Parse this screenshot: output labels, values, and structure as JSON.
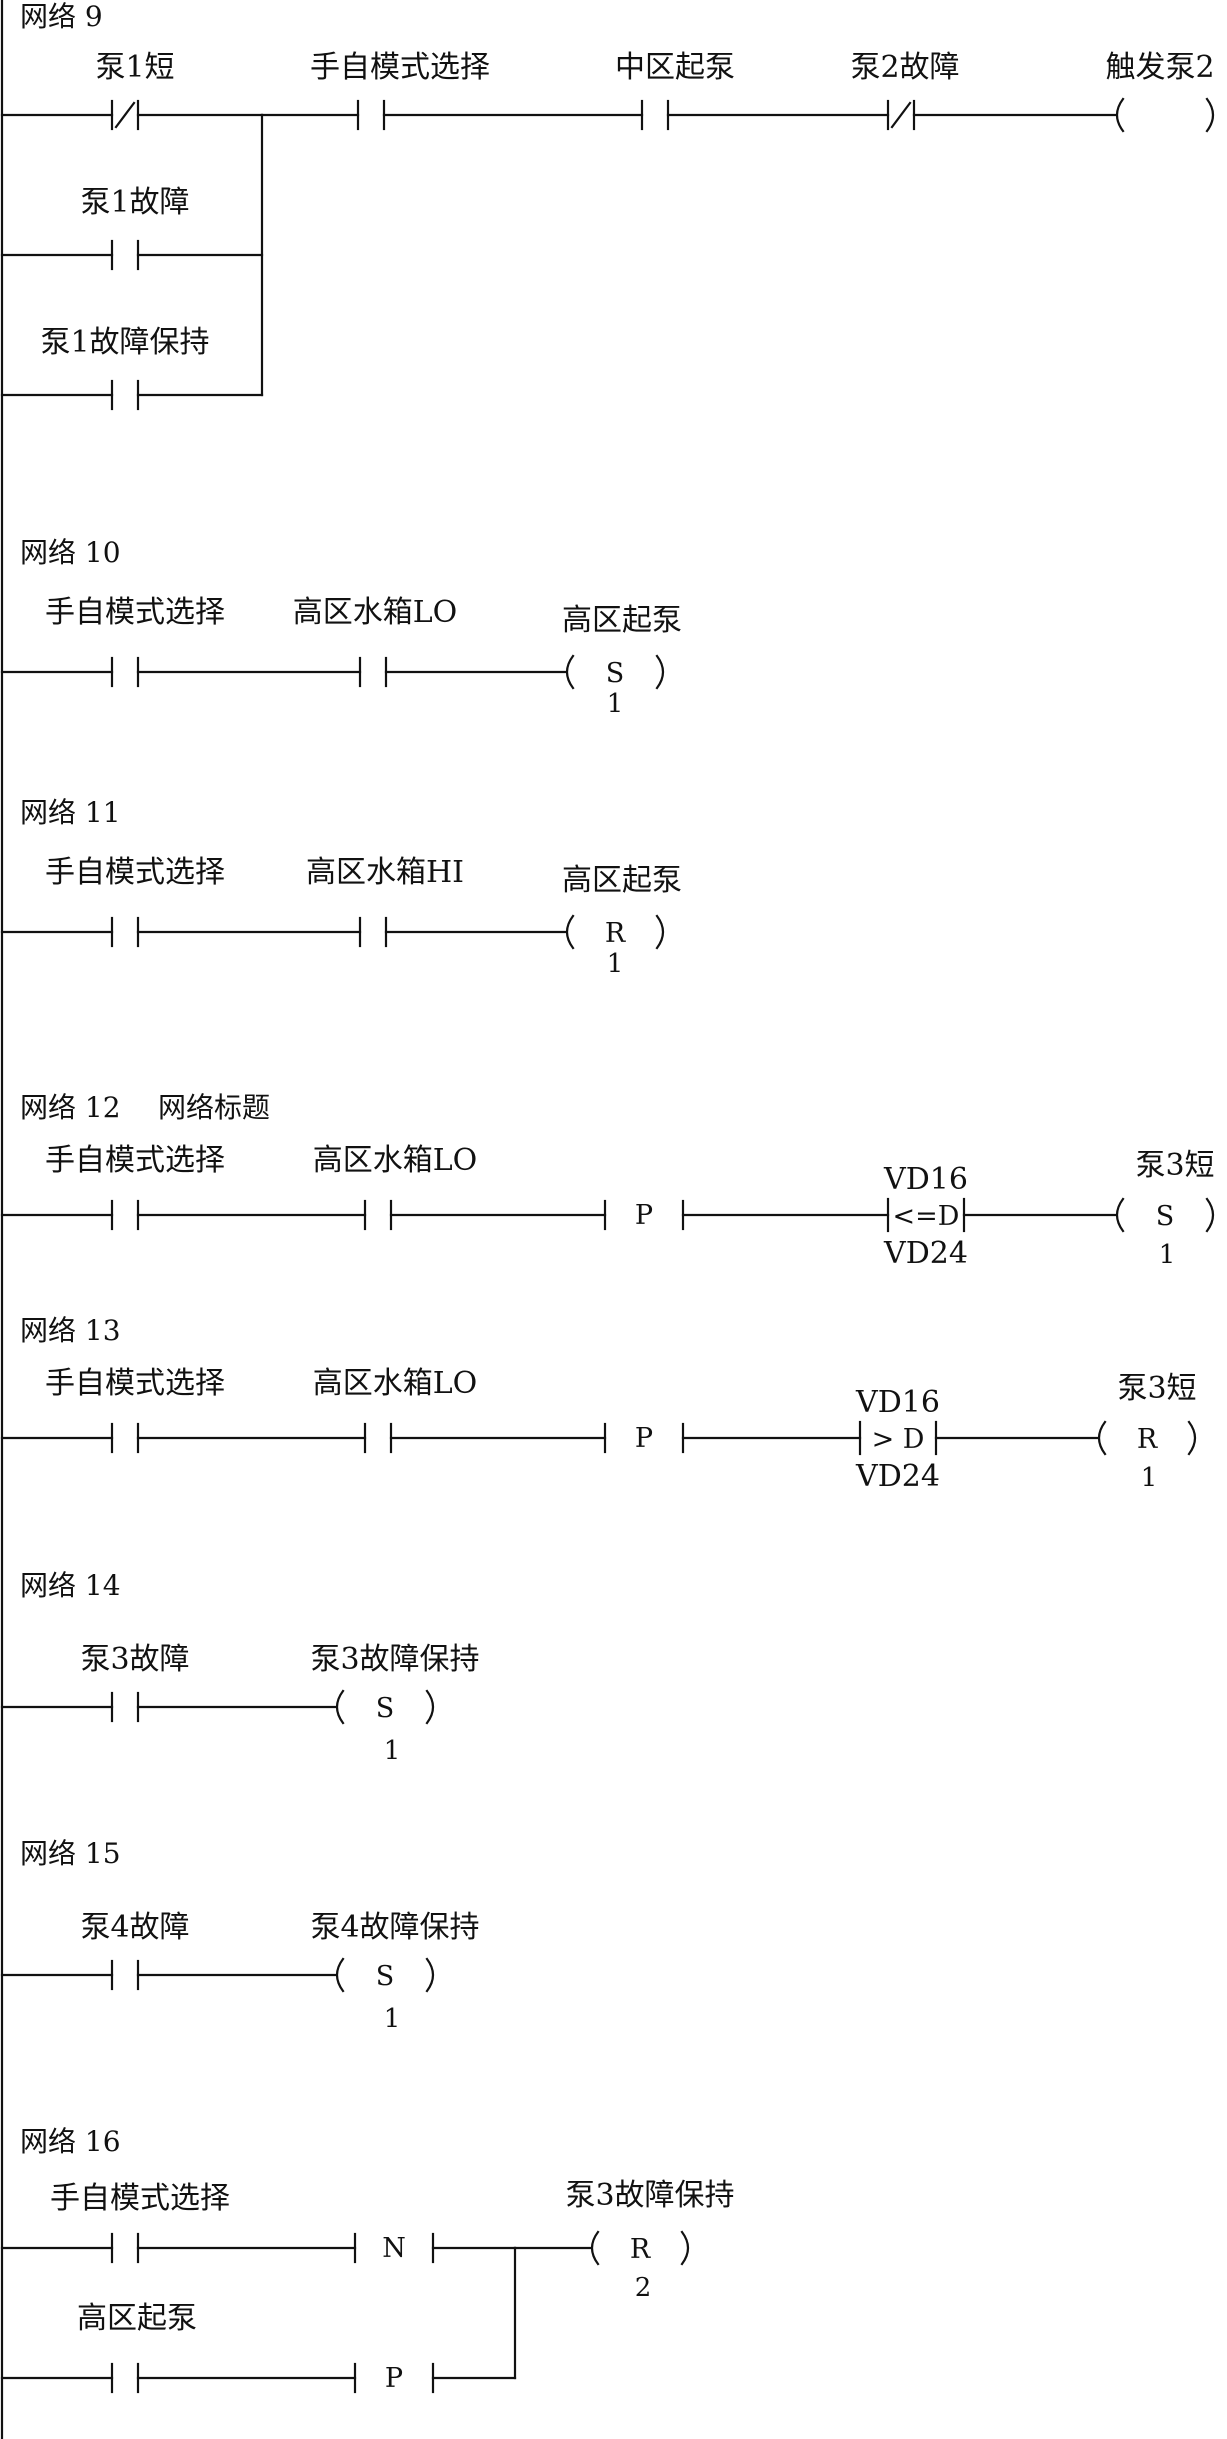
{
  "networks": [
    {
      "title": "网络 9",
      "subtitle": "",
      "branches": [
        [
          "泵1短",
          "NC"
        ],
        [
          "泵1故障",
          "NO"
        ],
        [
          "泵1故障保持",
          "NO"
        ]
      ],
      "series": [
        [
          "手自模式选择",
          "NO"
        ],
        [
          "中区起泵",
          "NO"
        ],
        [
          "泵2故障",
          "NC"
        ]
      ],
      "coil": {
        "name": "触发泵2",
        "mode": "",
        "count": ""
      }
    },
    {
      "title": "网络 10",
      "subtitle": "",
      "series": [
        [
          "手自模式选择",
          "NO"
        ],
        [
          "高区水箱LO",
          "NO"
        ]
      ],
      "coil": {
        "name": "高区起泵",
        "mode": "S",
        "count": "1"
      }
    },
    {
      "title": "网络 11",
      "subtitle": "",
      "series": [
        [
          "手自模式选择",
          "NO"
        ],
        [
          "高区水箱HI",
          "NO"
        ]
      ],
      "coil": {
        "name": "高区起泵",
        "mode": "R",
        "count": "1"
      }
    },
    {
      "title": "网络 12",
      "subtitle": "网络标题",
      "series": [
        [
          "手自模式选择",
          "NO"
        ],
        [
          "高区水箱LO",
          "NO"
        ]
      ],
      "edge": "P",
      "compare": {
        "top": "VD16",
        "op": "<=D",
        "bottom": "VD24"
      },
      "coil": {
        "name": "泵3短",
        "mode": "S",
        "count": "1"
      }
    },
    {
      "title": "网络 13",
      "subtitle": "",
      "series": [
        [
          "手自模式选择",
          "NO"
        ],
        [
          "高区水箱LO",
          "NO"
        ]
      ],
      "edge": "P",
      "compare": {
        "top": "VD16",
        "op": "> D",
        "bottom": "VD24"
      },
      "coil": {
        "name": "泵3短",
        "mode": "R",
        "count": "1"
      }
    },
    {
      "title": "网络 14",
      "subtitle": "",
      "series": [
        [
          "泵3故障",
          "NO"
        ]
      ],
      "coil": {
        "name": "泵3故障保持",
        "mode": "S",
        "count": "1"
      }
    },
    {
      "title": "网络 15",
      "subtitle": "",
      "series": [
        [
          "泵4故障",
          "NO"
        ]
      ],
      "coil": {
        "name": "泵4故障保持",
        "mode": "S",
        "count": "1"
      }
    },
    {
      "title": "网络 16",
      "subtitle": "",
      "rungs": [
        {
          "contact": [
            "手自模式选择",
            "NO"
          ],
          "edge": "N"
        },
        {
          "contact": [
            "高区起泵",
            "NO"
          ],
          "edge": "P"
        }
      ],
      "coil": {
        "name": "泵3故障保持",
        "mode": "R",
        "count": "2"
      }
    }
  ]
}
